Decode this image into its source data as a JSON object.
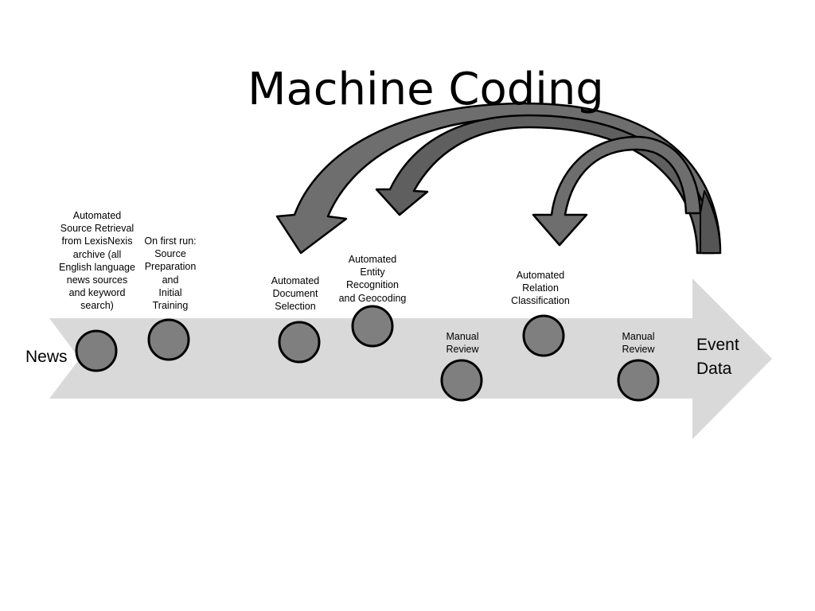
{
  "title": "Machine Coding",
  "start_label": "News",
  "end_label": "Event\nData",
  "steps": [
    {
      "label": "Automated\nSource Retrieval\nfrom LexisNexis\narchive (all\nEnglish language\nnews sources\nand keyword\nsearch)"
    },
    {
      "label": "On first run:\nSource\nPreparation\nand\nInitial\nTraining"
    },
    {
      "label": "Automated\nDocument\nSelection"
    },
    {
      "label": "Automated\nEntity\nRecognition\nand Geocoding"
    },
    {
      "label": "Manual\nReview"
    },
    {
      "label": "Automated\nRelation\nClassification"
    },
    {
      "label": "Manual\nReview"
    }
  ],
  "colors": {
    "main_arrow": "#d9d9d9",
    "node_fill": "#7f7f7f",
    "node_stroke": "#000000",
    "feedback_arrow": "#6e6e6e",
    "feedback_arrow_dark": "#555555"
  }
}
